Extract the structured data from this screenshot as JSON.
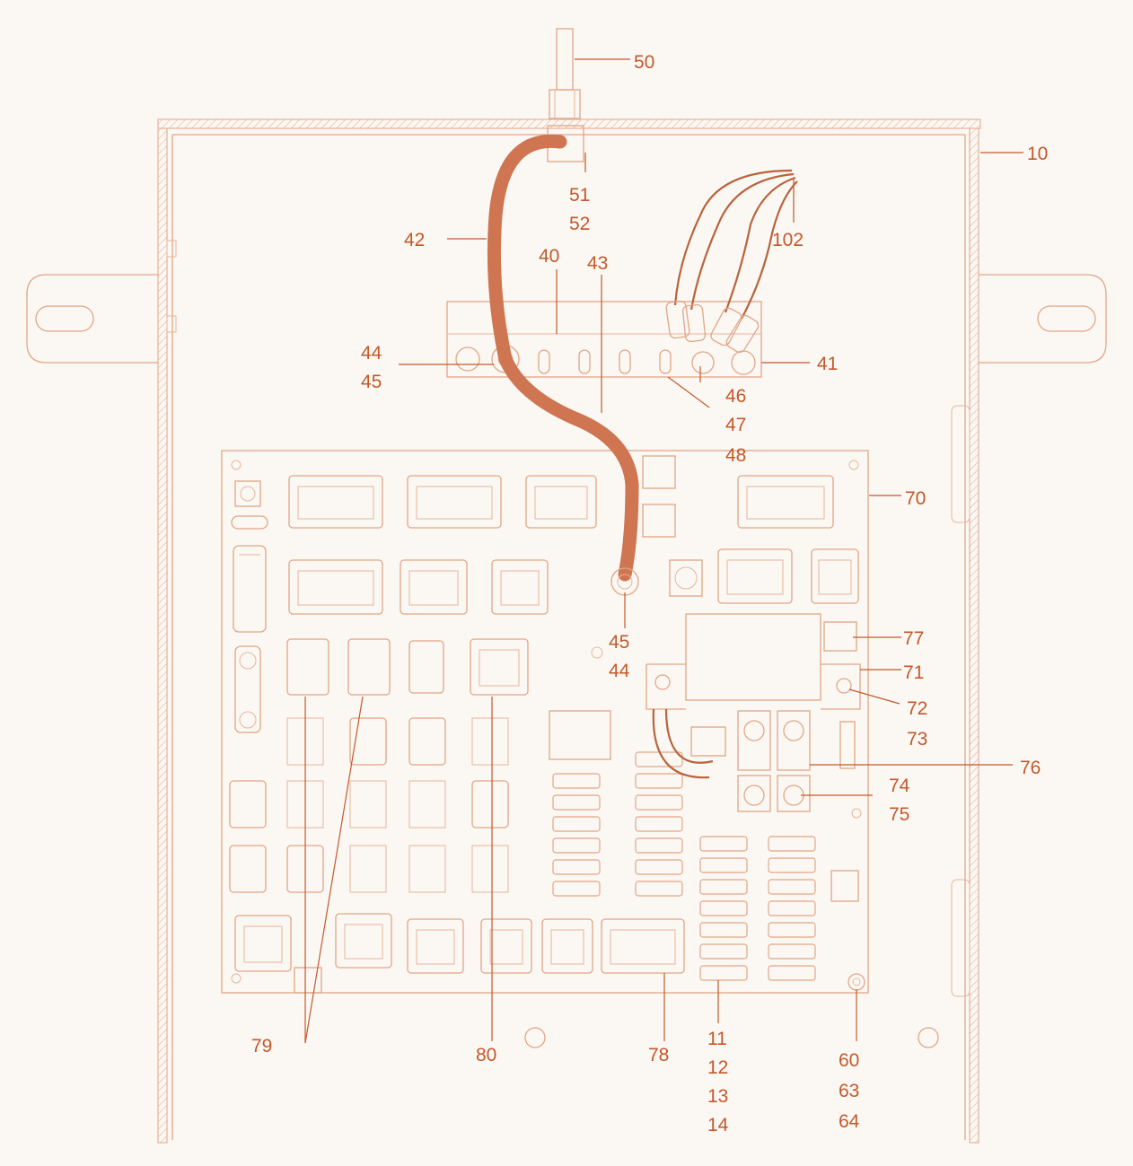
{
  "colors": {
    "background": "#fbf8f4",
    "line": "#e2a585",
    "cable": "#cf7551",
    "callout": "#c4582a"
  },
  "callouts": {
    "c10": "10",
    "c11": "11",
    "c12": "12",
    "c13": "13",
    "c14": "14",
    "c40": "40",
    "c41": "41",
    "c42": "42",
    "c43": "43",
    "c44a": "44",
    "c45a": "45",
    "c45b": "45",
    "c44b": "44",
    "c46": "46",
    "c47": "47",
    "c48": "48",
    "c50": "50",
    "c51": "51",
    "c52": "52",
    "c60": "60",
    "c63": "63",
    "c64": "64",
    "c70": "70",
    "c71": "71",
    "c72": "72",
    "c73": "73",
    "c74": "74",
    "c75": "75",
    "c76": "76",
    "c77": "77",
    "c78": "78",
    "c79": "79",
    "c80": "80",
    "c102": "102"
  }
}
